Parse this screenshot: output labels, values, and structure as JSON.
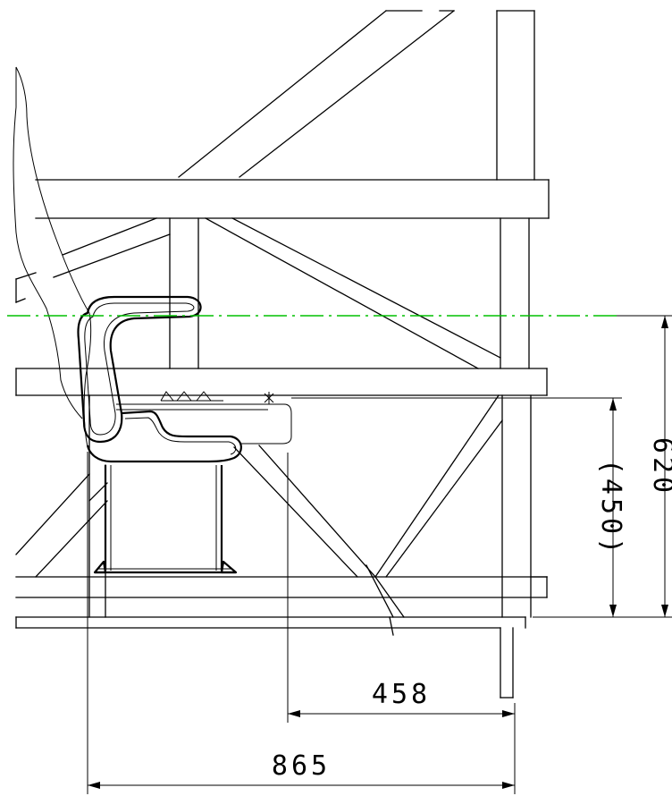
{
  "dimensions": {
    "d865": "865",
    "d458": "458",
    "d450": "(450)",
    "d620": "620"
  },
  "colors": {
    "line": "#000000",
    "centerline": "#00c000",
    "background": "#ffffff"
  }
}
